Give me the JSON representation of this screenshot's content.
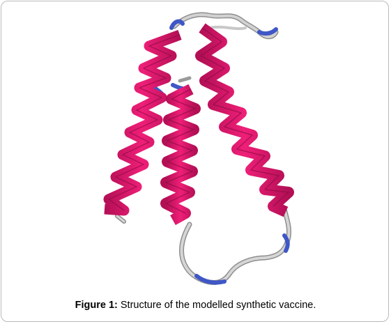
{
  "figure": {
    "label": "Figure 1:",
    "caption": " Structure of the modelled synthetic vaccine.",
    "colors": {
      "helix": "#e0166c",
      "helix_dark": "#b30f55",
      "coil": "#c8c8c8",
      "coil_dark": "#8e8e8e",
      "turn": "#3f57c6"
    },
    "icon": "protein-ribbon-structure"
  }
}
